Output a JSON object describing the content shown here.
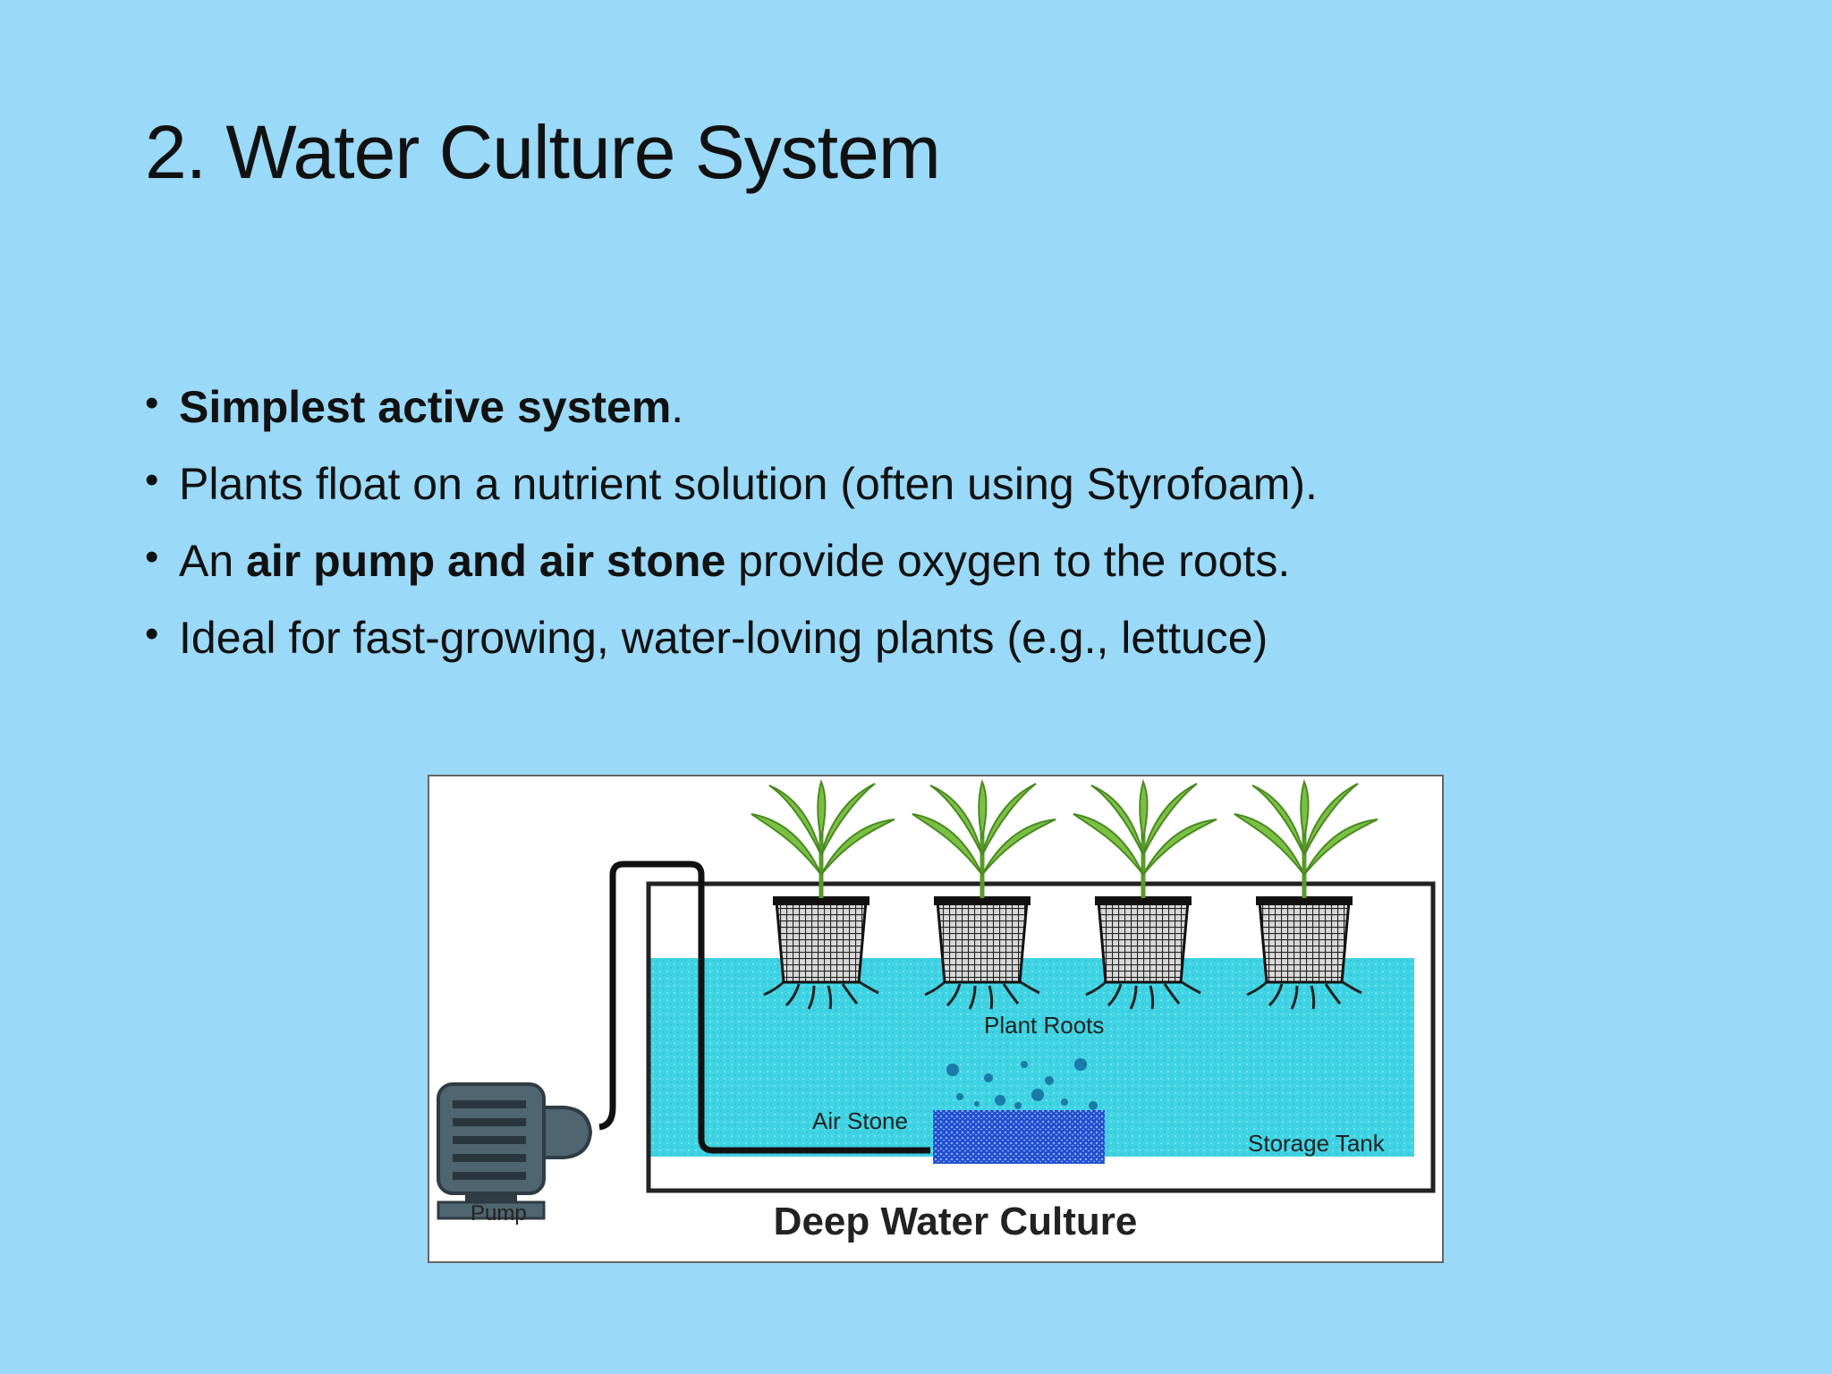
{
  "title": "2. Water Culture System",
  "bullets": [
    {
      "parts": [
        {
          "text": "Simplest active system",
          "bold": true
        },
        {
          "text": ".",
          "bold": false
        }
      ]
    },
    {
      "parts": [
        {
          "text": "Plants float on a nutrient solution (often using Styrofoam).",
          "bold": false
        }
      ]
    },
    {
      "parts": [
        {
          "text": "An ",
          "bold": false
        },
        {
          "text": "air pump and air stone",
          "bold": true
        },
        {
          "text": " provide oxygen to the roots.",
          "bold": false
        }
      ]
    },
    {
      "parts": [
        {
          "text": "Ideal for fast-growing, water-loving plants (e.g., lettuce)",
          "bold": false
        }
      ]
    }
  ],
  "diagram": {
    "caption": "Deep Water Culture",
    "labels": {
      "plant_roots": "Plant Roots",
      "air_stone": "Air Stone",
      "storage_tank": "Storage Tank",
      "pump": "Pump"
    },
    "plant_count": 4,
    "colors": {
      "background": "#9ad9f7",
      "water": "#3fd3e3",
      "air_stone": "#1f4fd0",
      "leaf": "#7bc043",
      "pump": "#4f6570"
    }
  }
}
